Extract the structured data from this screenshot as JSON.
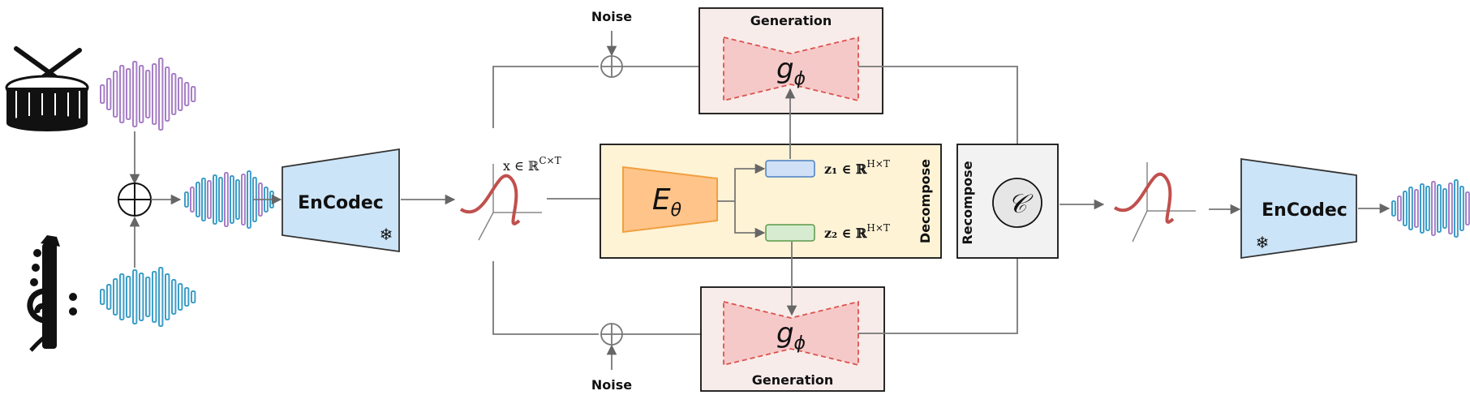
{
  "labels": {
    "noise_top": "Noise",
    "noise_bottom": "Noise",
    "generation_top": "Generation",
    "generation_bottom": "Generation",
    "encodec_left": "EnCodec",
    "encodec_right": "EnCodec",
    "decompose": "Decompose",
    "recompose": "Recompose",
    "encoder_symbol": "E",
    "encoder_sub": "θ",
    "generator_symbol": "g",
    "generator_sub": "ϕ",
    "combiner_symbol": "𝒞",
    "x_math": "x ∈ ℝ",
    "x_sup": "C×T",
    "z1_math": "z₁ ∈ ℝ",
    "z1_sup": "H×T",
    "z2_math": "z₂ ∈ ℝ",
    "z2_sup": "H×T"
  },
  "icons": {
    "snowflake": "❄"
  },
  "colors": {
    "waveform_purple": "#a77ec6",
    "waveform_blue": "#3d9ec7",
    "encodec_fill": "#cce4f7",
    "encoder_fill": "#ffc48a",
    "encoder_stroke": "#f0a040",
    "decompose_fill": "#fff3d6",
    "generation_fill": "#f8ecea",
    "generator_fill": "#f6c9c9",
    "generator_stroke": "#d9534f",
    "z1_fill": "#cfe0f7",
    "z2_fill": "#d6ebcf",
    "recompose_fill": "#f2f2f2",
    "latent_curve": "#c0504d"
  }
}
